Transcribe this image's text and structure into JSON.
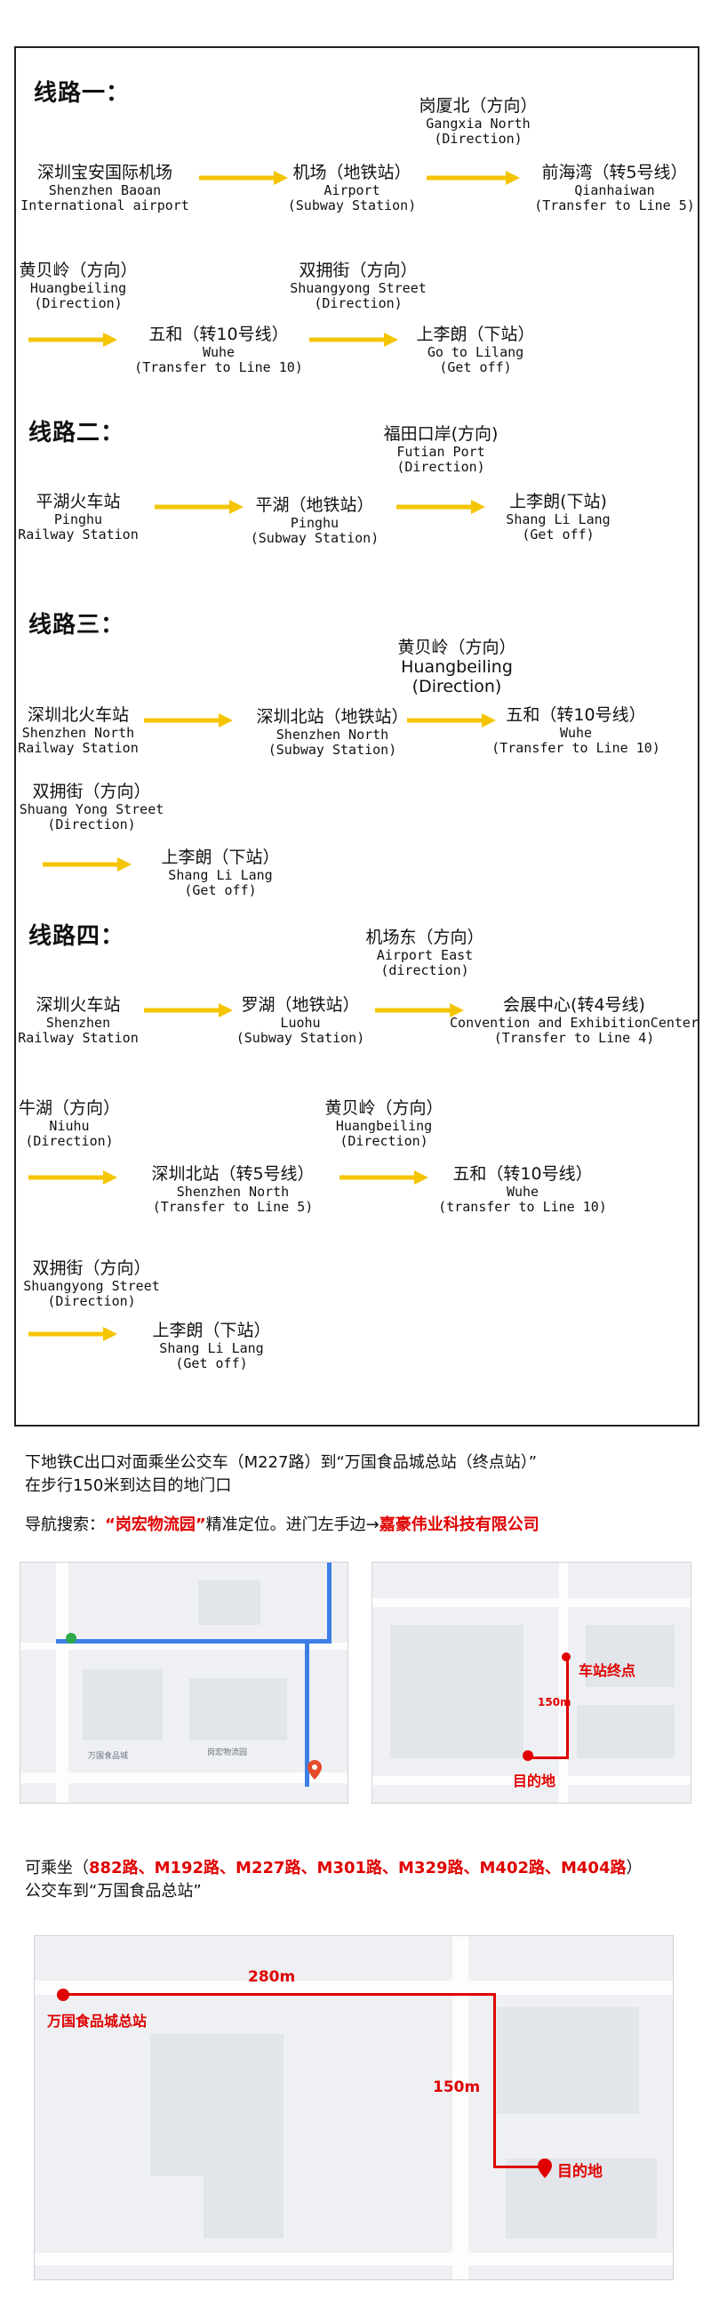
{
  "routes": [
    {
      "title": "线路一：",
      "nodes": [
        {
          "cn": "深圳宝安国际机场",
          "en": [
            "Shenzhen Baoan",
            "International airport"
          ]
        },
        {
          "cn": "机场（地铁站）",
          "en": [
            "Airport",
            "(Subway Station)"
          ]
        },
        {
          "cn": "岗厦北（方向）",
          "en": [
            "Gangxia North",
            "(Direction)"
          ]
        },
        {
          "cn": "前海湾（转5号线）",
          "en": [
            "Qianhaiwan",
            "(Transfer to Line 5)"
          ]
        },
        {
          "cn": "黄贝岭（方向）",
          "en": [
            "Huangbeiling",
            "(Direction)"
          ]
        },
        {
          "cn": "五和（转10号线）",
          "en": [
            "Wuhe",
            "(Transfer to Line 10)"
          ]
        },
        {
          "cn": "双拥街（方向）",
          "en": [
            "Shuangyong Street",
            "(Direction)"
          ]
        },
        {
          "cn": "上李朗（下站）",
          "en": [
            "Go to Lilang",
            "(Get off)"
          ]
        }
      ]
    },
    {
      "title": "线路二：",
      "nodes": [
        {
          "cn": "平湖火车站",
          "en": [
            "Pinghu",
            "Railway Station"
          ]
        },
        {
          "cn": "平湖（地铁站）",
          "en": [
            "Pinghu",
            "(Subway Station)"
          ]
        },
        {
          "cn": "福田口岸(方向)",
          "en": [
            "Futian Port",
            "(Direction)"
          ]
        },
        {
          "cn": "上李朗(下站)",
          "en": [
            "Shang Li Lang",
            "(Get off)"
          ]
        }
      ]
    },
    {
      "title": "线路三：",
      "nodes": [
        {
          "cn": "深圳北火车站",
          "en": [
            "Shenzhen North",
            "Railway Station"
          ]
        },
        {
          "cn": "深圳北站（地铁站）",
          "en": [
            "Shenzhen North",
            "(Subway Station)"
          ]
        },
        {
          "cn": "黄贝岭（方向）",
          "en": [
            "Huangbeiling",
            "(Direction)"
          ]
        },
        {
          "cn": "五和（转10号线）",
          "en": [
            "Wuhe",
            "(Transfer to Line 10)"
          ]
        },
        {
          "cn": "双拥街（方向）",
          "en": [
            "Shuang Yong Street",
            "(Direction)"
          ]
        },
        {
          "cn": "上李朗（下站）",
          "en": [
            "Shang Li Lang",
            "(Get off)"
          ]
        }
      ]
    },
    {
      "title": "线路四：",
      "nodes": [
        {
          "cn": "深圳火车站",
          "en": [
            "Shenzhen",
            "Railway Station"
          ]
        },
        {
          "cn": "罗湖（地铁站）",
          "en": [
            "Luohu",
            "(Subway Station)"
          ]
        },
        {
          "cn": "机场东（方向）",
          "en": [
            "Airport East",
            "(direction)"
          ]
        },
        {
          "cn": "会展中心(转4号线)",
          "en": [
            "Convention and ExhibitionCenter",
            "(Transfer to Line 4)"
          ]
        },
        {
          "cn": "牛湖（方向）",
          "en": [
            "Niuhu",
            "(Direction)"
          ]
        },
        {
          "cn": "深圳北站（转5号线）",
          "en": [
            "Shenzhen North",
            "(Transfer to Line 5)"
          ]
        },
        {
          "cn": "黄贝岭（方向）",
          "en": [
            "Huangbeiling",
            "(Direction)"
          ]
        },
        {
          "cn": "五和（转10号线）",
          "en": [
            "Wuhe",
            "(transfer to Line 10)"
          ]
        },
        {
          "cn": "双拥街（方向）",
          "en": [
            "Shuangyong Street",
            "(Direction)"
          ]
        },
        {
          "cn": "上李朗（下站）",
          "en": [
            "Shang Li Lang",
            "(Get off)"
          ]
        }
      ]
    }
  ],
  "instructions": {
    "line1": "下地铁C出口对面乘坐公交车（M227路）到“万国食品城总站（终点站）”",
    "line2": "在步行150米到达目的地门口",
    "nav_prefix": "导航搜索：",
    "nav_place": "“岗宏物流园”",
    "nav_middle": "精准定位。进门左手边→",
    "nav_company": "嘉豪伟业科技有限公司",
    "bus_prefix": "可乘坐（",
    "bus_routes": "882路、M192路、M227路、M301路、M329路、M402路、M404路",
    "bus_suffix": "）",
    "bus_line2": "公交车到“万国食品总站”"
  },
  "map2": {
    "label_station": "车站终点",
    "label_distance": "150m",
    "label_destination": "目的地"
  },
  "map3": {
    "label_station": "万国食品城总站",
    "label_h": "280m",
    "label_v": "150m",
    "label_destination": "目的地"
  },
  "colors": {
    "arrow": "#f5c400",
    "accent_red": "#e00000",
    "route_blue": "#3d7ee8"
  }
}
